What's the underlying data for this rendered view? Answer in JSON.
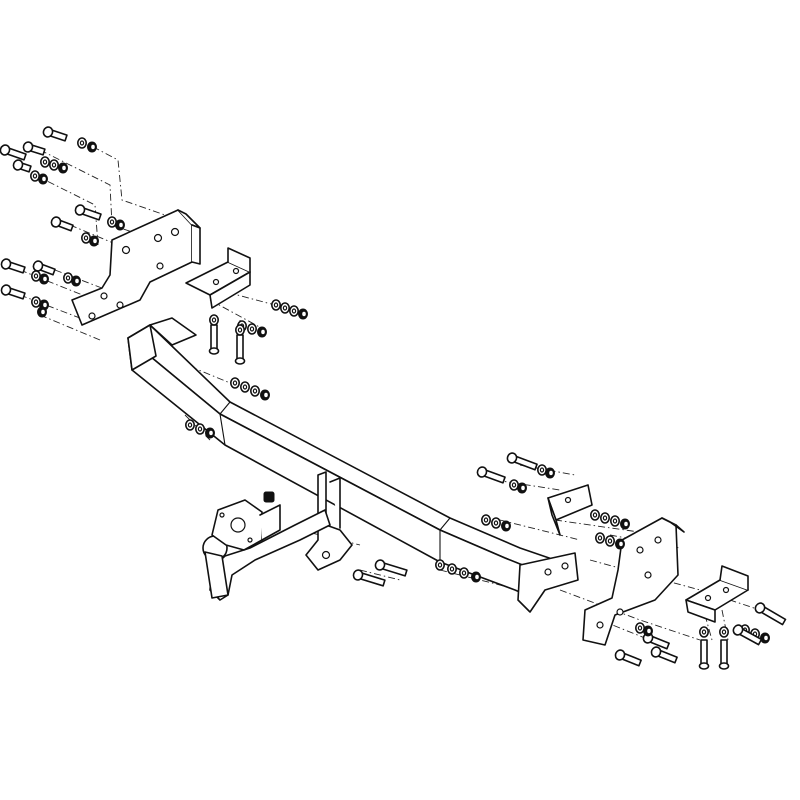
{
  "figure": {
    "kind": "exploded-assembly-drawing",
    "subject": "towbar",
    "line_color": "#111111",
    "background": "#ffffff",
    "components": [
      "cross-beam",
      "tow-ball-neck",
      "left-mounting-bracket",
      "left-angle-bracket",
      "right-mounting-bracket",
      "right-angle-bracket",
      "center-hanger-bracket",
      "socket-plate",
      "bolt-stacks"
    ]
  }
}
